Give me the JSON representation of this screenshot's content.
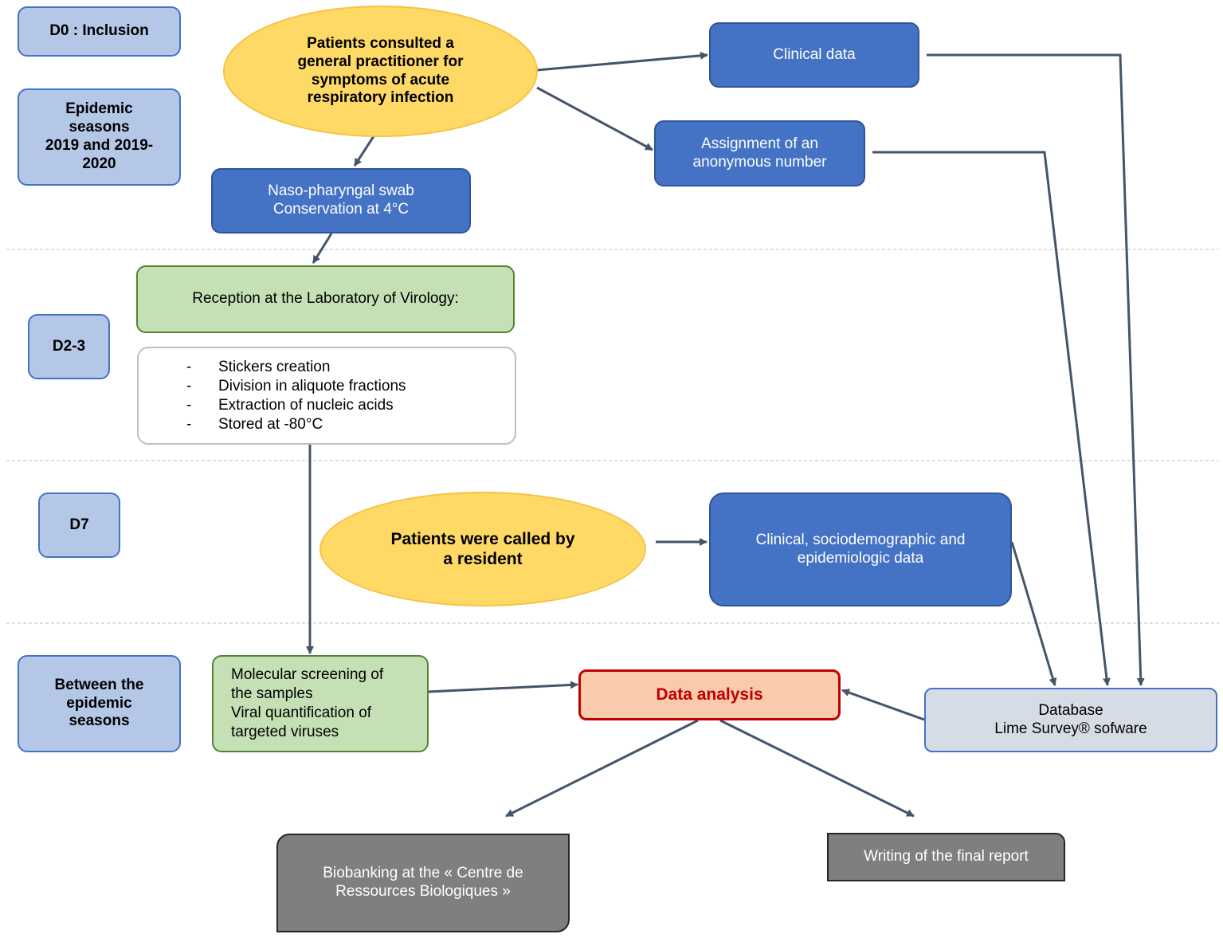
{
  "phases": {
    "d0": "D0 : Inclusion",
    "epidemic": [
      "Epidemic",
      "seasons",
      "2019 and 2019-",
      "2020"
    ],
    "d23": "D2-3",
    "d7": "D7",
    "between": [
      "Between the",
      "epidemic",
      "seasons"
    ]
  },
  "nodes": {
    "patients_consulted": [
      "Patients consulted a",
      "general practitioner for",
      "symptoms of acute",
      "respiratory infection"
    ],
    "clinical_data": "Clinical data",
    "assignment": [
      "Assignment of an",
      "anonymous number"
    ],
    "swab": [
      "Naso-pharyngal swab",
      "Conservation at 4°C"
    ],
    "reception": "Reception at the Laboratory of Virology:",
    "lab_steps": [
      "Stickers creation",
      "Division in aliquote fractions",
      "Extraction of nucleic acids",
      "Stored at -80°C"
    ],
    "lab_step_bullet": "-",
    "patients_called": [
      "Patients were called by",
      "a resident"
    ],
    "clinical_socio": [
      "Clinical, sociodemographic and",
      "epidemiologic data"
    ],
    "molecular": [
      "Molecular screening of",
      "the samples",
      "Viral quantification of",
      "targeted viruses"
    ],
    "data_analysis": "Data analysis",
    "database": [
      "Database",
      "Lime Survey® sofware"
    ],
    "biobanking": [
      "Biobanking at the « Centre de",
      "Ressources Biologiques »"
    ],
    "final_report": "Writing of the final report"
  },
  "colors": {
    "phase_fill": "#b4c7e7",
    "process_blue": "#4472c4",
    "ellipse_yellow": "#ffd966",
    "lab_green": "#c5e0b4",
    "analysis_fill": "#f8cbad",
    "analysis_text": "#c00000",
    "database_fill": "#d6dce5",
    "output_gray": "#7f7f7f",
    "arrow": "#44546a"
  }
}
